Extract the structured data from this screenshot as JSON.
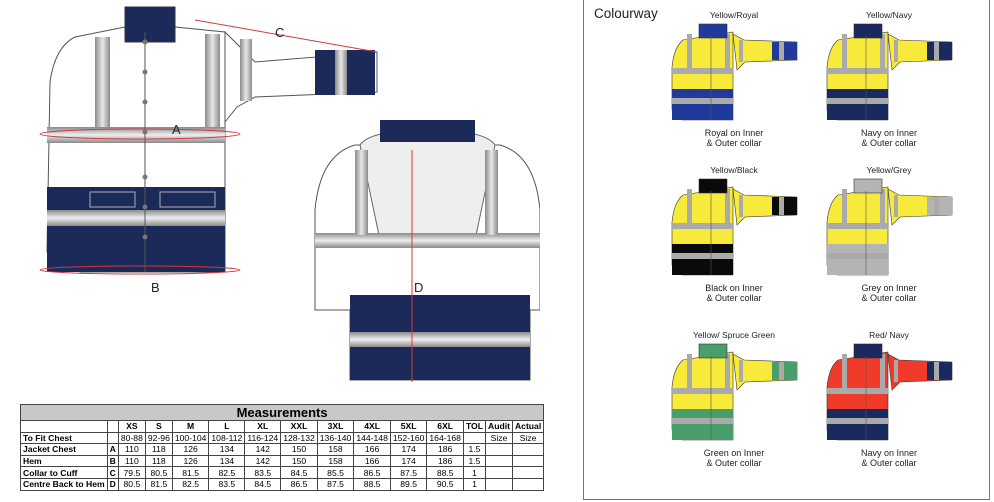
{
  "diagram": {
    "labels": {
      "a": "A",
      "b": "B",
      "c": "C",
      "d": "D"
    },
    "colors": {
      "navy": "#1c2a5a",
      "reflective": "#a8a8a8",
      "measure_line": "#d23a3a"
    }
  },
  "measurements": {
    "title": "Measurements",
    "columns": [
      "XS",
      "S",
      "M",
      "L",
      "XL",
      "XXL",
      "3XL",
      "4XL",
      "5XL",
      "6XL",
      "TOL",
      "Audit",
      "Actual"
    ],
    "rows": [
      {
        "label": "To Fit Chest",
        "code": "",
        "values": [
          "80-88",
          "92-96",
          "100-104",
          "108-112",
          "116-124",
          "128-132",
          "136-140",
          "144-148",
          "152-160",
          "164-168",
          "",
          "Size",
          "Size"
        ]
      },
      {
        "label": "Jacket Chest",
        "code": "A",
        "values": [
          "110",
          "118",
          "126",
          "134",
          "142",
          "150",
          "158",
          "166",
          "174",
          "186",
          "1.5",
          "",
          ""
        ]
      },
      {
        "label": "Hem",
        "code": "B",
        "values": [
          "110",
          "118",
          "126",
          "134",
          "142",
          "150",
          "158",
          "166",
          "174",
          "186",
          "1.5",
          "",
          ""
        ]
      },
      {
        "label": "Collar to Cuff",
        "code": "C",
        "values": [
          "79.5",
          "80.5",
          "81.5",
          "82.5",
          "83.5",
          "84.5",
          "85.5",
          "86.5",
          "87.5",
          "88.5",
          "1",
          "",
          ""
        ]
      },
      {
        "label": "Centre Back to Hem",
        "code": "D",
        "values": [
          "80.5",
          "81.5",
          "82.5",
          "83.5",
          "84.5",
          "86.5",
          "87.5",
          "88.5",
          "89.5",
          "90.5",
          "1",
          "",
          ""
        ]
      }
    ]
  },
  "colourway": {
    "title": "Colourway",
    "items": [
      {
        "name": "Yellow/Royal",
        "caption1": "Royal on Inner",
        "caption2": "& Outer collar",
        "main": "#f7ea3a",
        "trim": "#1f3a9a"
      },
      {
        "name": "Yellow/Navy",
        "caption1": "Navy on Inner",
        "caption2": "& Outer collar",
        "main": "#f7ea3a",
        "trim": "#1a2a5e"
      },
      {
        "name": "Yellow/Black",
        "caption1": "Black on Inner",
        "caption2": "& Outer collar",
        "main": "#f7ea3a",
        "trim": "#0a0a0a"
      },
      {
        "name": "Yellow/Grey",
        "caption1": "Grey on Inner",
        "caption2": "& Outer collar",
        "main": "#f7ea3a",
        "trim": "#b4b4b4"
      },
      {
        "name": "Yellow/ Spruce Green",
        "caption1": "Green on Inner",
        "caption2": "& Outer collar",
        "main": "#f7ea3a",
        "trim": "#4a9e6a"
      },
      {
        "name": "Red/ Navy",
        "caption1": "Navy on Inner",
        "caption2": "& Outer collar",
        "main": "#f03a2a",
        "trim": "#1a2a5e"
      }
    ]
  }
}
